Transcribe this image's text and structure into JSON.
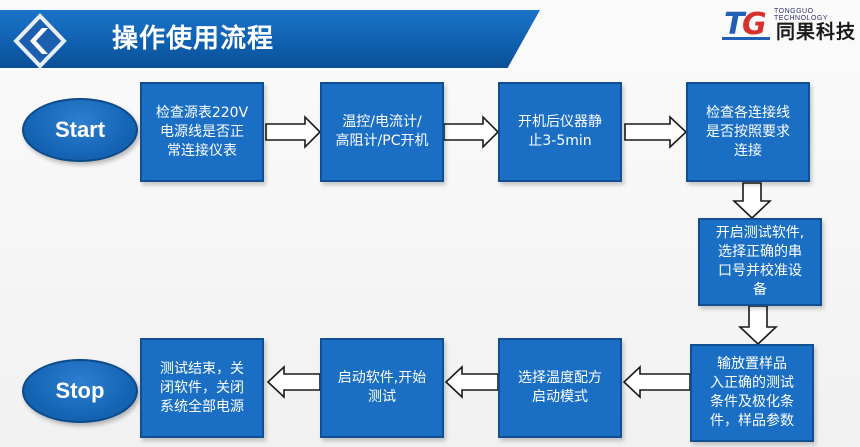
{
  "header": {
    "title": "操作使用流程"
  },
  "logo": {
    "subtitle": "TONGGUO TECHNOLOGY",
    "name": "同果科技"
  },
  "terminals": {
    "start": "Start",
    "stop": "Stop"
  },
  "steps": [
    "检查源表220V\n电源线是否正\n常连接仪表",
    "温控/电流计/\n高阻计/PC开机",
    "开机后仪器静\n止3-5min",
    "检查各连接线\n是否按照要求\n连接",
    "开启测试软件,\n选择正确的串\n口号并校准设\n备",
    "输放置样品\n入正确的测试\n条件及极化条\n件，样品参数",
    "选择温度配方\n启动模式",
    "启动软件,开始\n测试",
    "测试结束，关\n闭软件，关闭\n系统全部电源"
  ],
  "colors": {
    "box": "#1a6fc4",
    "header": "#1565b8"
  }
}
